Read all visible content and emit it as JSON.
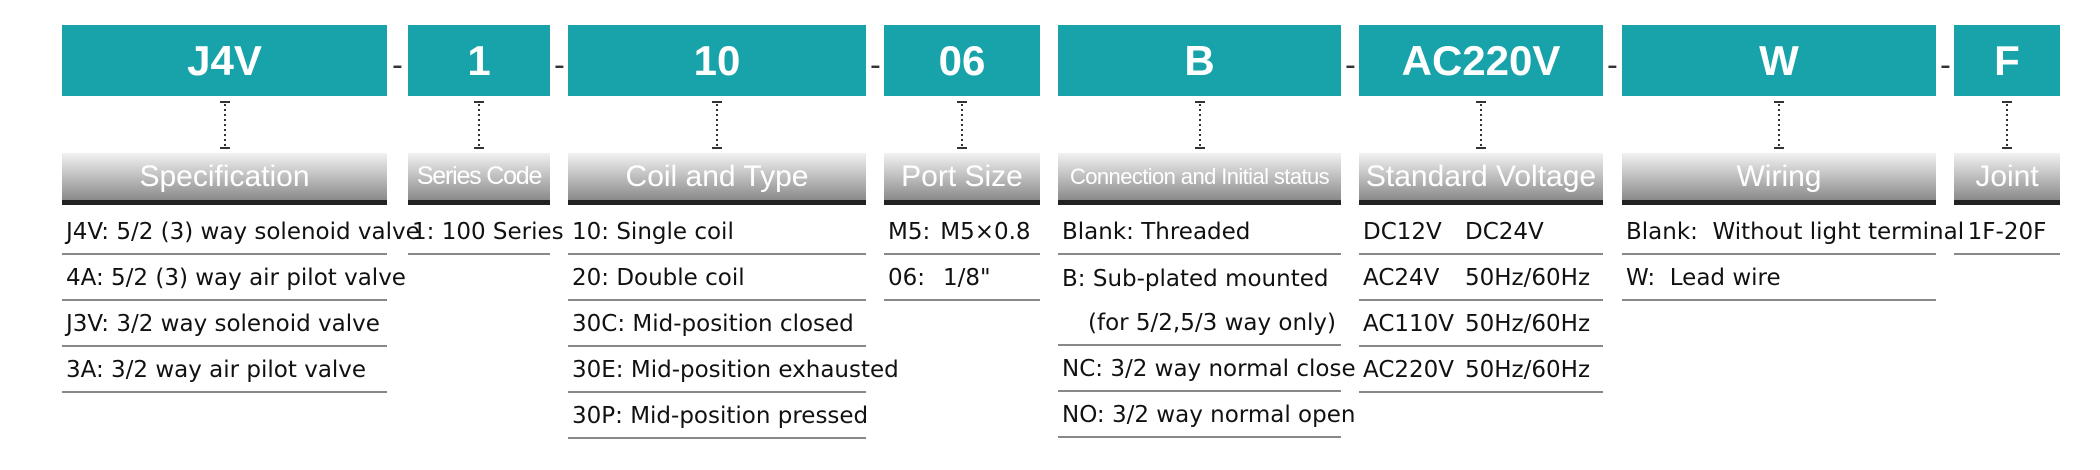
{
  "codes": [
    "J4V",
    "1",
    "10",
    "06",
    "B",
    "AC220V",
    "W",
    "F"
  ],
  "separator": "-",
  "headers": [
    "Specification",
    "Series Code",
    "Coil and Type",
    "Port Size",
    "Connection and Initial status",
    "Standard Voltage",
    "Wiring",
    "Joint"
  ],
  "specification": [
    "J4V: 5/2 (3) way solenoid valve",
    "4A: 5/2 (3) way air pilot valve",
    "J3V: 3/2 way solenoid valve",
    "3A: 3/2 way air pilot valve"
  ],
  "series_code": [
    "1: 100 Series"
  ],
  "coil_type": [
    "10: Single coil",
    "20: Double coil",
    "30C: Mid-position closed",
    "30E: Mid-position exhausted",
    "30P: Mid-position pressed"
  ],
  "port_size": [
    {
      "code": "M5:",
      "value": "M5×0.8"
    },
    {
      "code": "06:",
      "value": "1/8\""
    }
  ],
  "connection": [
    "Blank: Threaded",
    "B: Sub-plated mounted",
    "(for 5/2,5/3 way only)",
    "NC: 3/2 way normal close",
    "NO: 3/2 way normal open"
  ],
  "voltage": [
    {
      "v": "DC12V",
      "f": "DC24V"
    },
    {
      "v": "AC24V",
      "f": "50Hz/60Hz"
    },
    {
      "v": "AC110V",
      "f": "50Hz/60Hz"
    },
    {
      "v": "AC220V",
      "f": "50Hz/60Hz"
    }
  ],
  "wiring": [
    "Blank:  Without light terminal",
    "W:  Lead wire"
  ],
  "joint": [
    "1F-20F"
  ],
  "colors": {
    "code_box": "#17a3a9",
    "header_text": "#ffffff",
    "rule": "#888888"
  }
}
